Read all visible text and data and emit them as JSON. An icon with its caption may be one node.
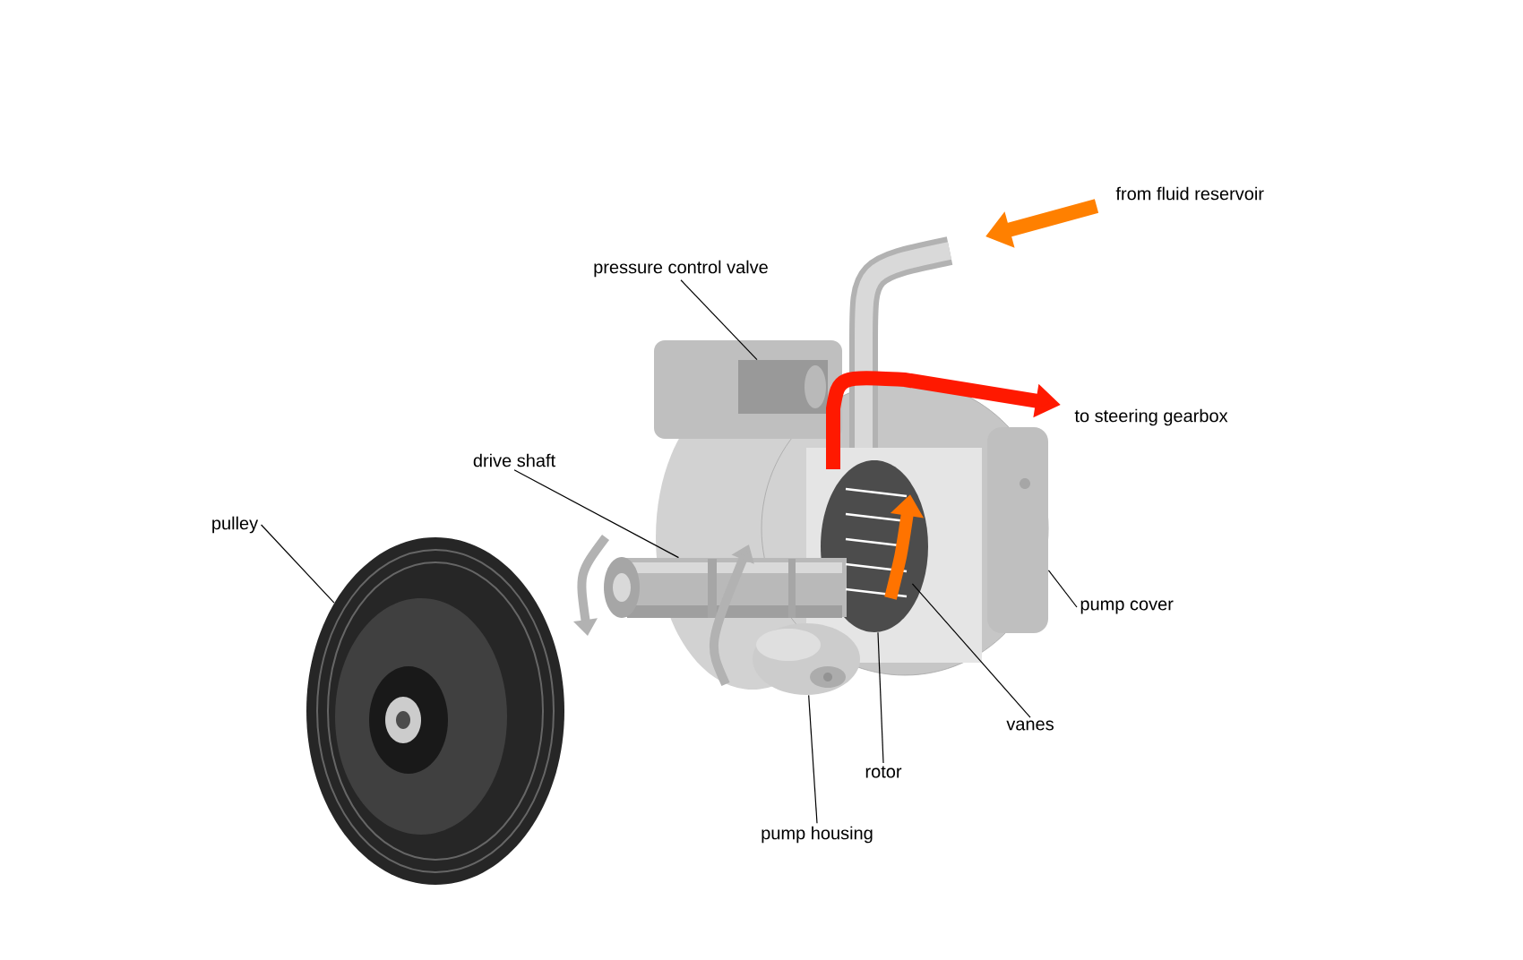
{
  "diagram": {
    "nodes": [
      {
        "text": [
          "pressure control valve"
        ]
      },
      {
        "text": [
          "drive shaft"
        ]
      },
      {
        "text": [
          "pulley"
        ]
      },
      {
        "text": [
          "pump cover"
        ]
      },
      {
        "text": [
          "vanes"
        ]
      },
      {
        "text": [
          "rotor"
        ]
      },
      {
        "text": [
          "pump housing"
        ]
      },
      {
        "text": [],
        "shape": "picture"
      },
      {
        "text": [],
        "shape": "picture"
      },
      {
        "text": [],
        "shape": "picture"
      },
      {
        "text": [],
        "shape": "picture"
      },
      {
        "text": [],
        "shape": "picture",
        "in": 12
      },
      {
        "text": [],
        "shape": "picture"
      },
      {
        "text": [],
        "shape": "picture"
      }
    ],
    "edges": [
      {
        "from": 0,
        "to": 7,
        "arrow": "none"
      },
      {
        "from": 1,
        "to": 8,
        "arrow": "none"
      },
      {
        "from": 2,
        "to": 9,
        "arrow": "none"
      },
      {
        "from": 3,
        "to": 10,
        "arrow": "none"
      },
      {
        "from": 4,
        "to": 11,
        "arrow": "none"
      },
      {
        "from": 5,
        "to": 12,
        "arrow": "none"
      },
      {
        "from": 6,
        "to": 13,
        "arrow": "none"
      }
    ],
    "labels": [
      "from fluid reservoir",
      "to steering gearbox"
    ]
  }
}
